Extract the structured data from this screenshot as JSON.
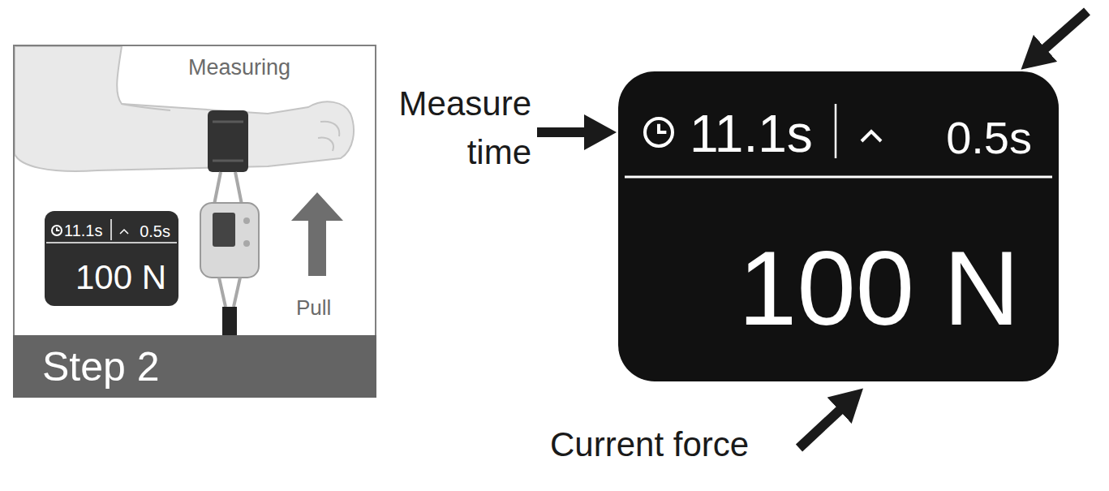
{
  "diagram": {
    "nodes": [
      {
        "text": [
          "Measuring",
          "Pull"
        ]
      },
      {
        "text": [
          "Step 2"
        ],
        "in": 0
      },
      {
        "text": [
          "11.1s",
          "0.5s",
          "100 N"
        ],
        "in": 0
      },
      {
        "text": [
          "11.1s",
          "0.5s",
          "100 N"
        ]
      }
    ],
    "labels": [
      "Measure time",
      "Current force"
    ]
  }
}
